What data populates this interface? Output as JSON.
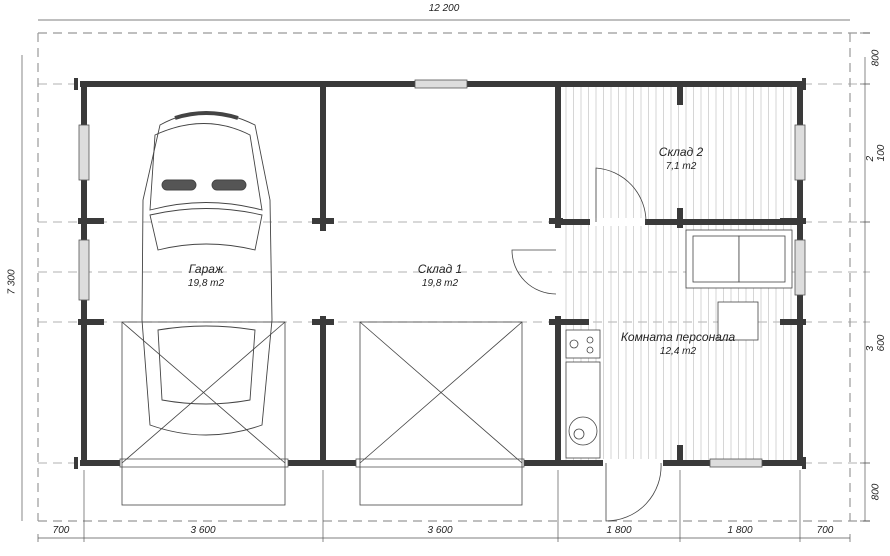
{
  "rooms": [
    {
      "name": "Гараж",
      "area": "19,8 m2"
    },
    {
      "name": "Склад 1",
      "area": "19,8 m2"
    },
    {
      "name": "Склад 2",
      "area": "7,1 m2"
    },
    {
      "name": "Комната персонала",
      "area": "12,4 m2"
    }
  ],
  "dimensions": {
    "overall_width": "12 200",
    "overall_depth": "7 300",
    "bottom": [
      "700",
      "3 600",
      "3 600",
      "1 800",
      "1 800",
      "700"
    ],
    "right": [
      "800",
      "2 100",
      "3 600",
      "800"
    ]
  },
  "colors": {
    "wall": "#3a3a3a",
    "line": "#555555",
    "dash": "#999999"
  }
}
